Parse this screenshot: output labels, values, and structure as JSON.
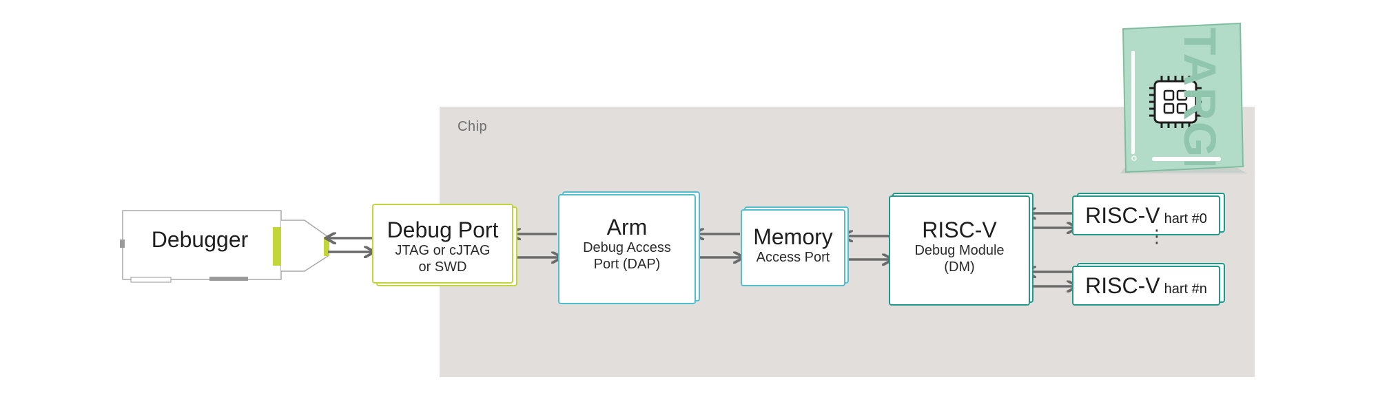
{
  "chip": {
    "label": "Chip"
  },
  "debugger": {
    "label": "Debugger"
  },
  "debug_port": {
    "title": "Debug Port",
    "line1": "JTAG or cJTAG",
    "line2": "or SWD"
  },
  "arm": {
    "title": "Arm",
    "line1": "Debug Access",
    "line2": "Port (DAP)"
  },
  "memory": {
    "title": "Memory",
    "line1": "Access Port"
  },
  "riscv": {
    "title": "RISC-V",
    "line1": "Debug Module",
    "line2": "(DM)"
  },
  "harts": [
    {
      "title": "RISC-V",
      "sub": "hart #0"
    },
    {
      "title": "RISC-V",
      "sub": "hart #n"
    }
  ],
  "ellipsis": "⋮",
  "target_board": {
    "label": "TARGET"
  },
  "colors": {
    "chip_bg": "#e1dedb",
    "debug_port_border": "#c2d63a",
    "arm_memory_border": "#4fbfd0",
    "riscv_border": "#1e9a8c",
    "arrow": "#6b6b6b",
    "board": "#b3dcc8"
  }
}
